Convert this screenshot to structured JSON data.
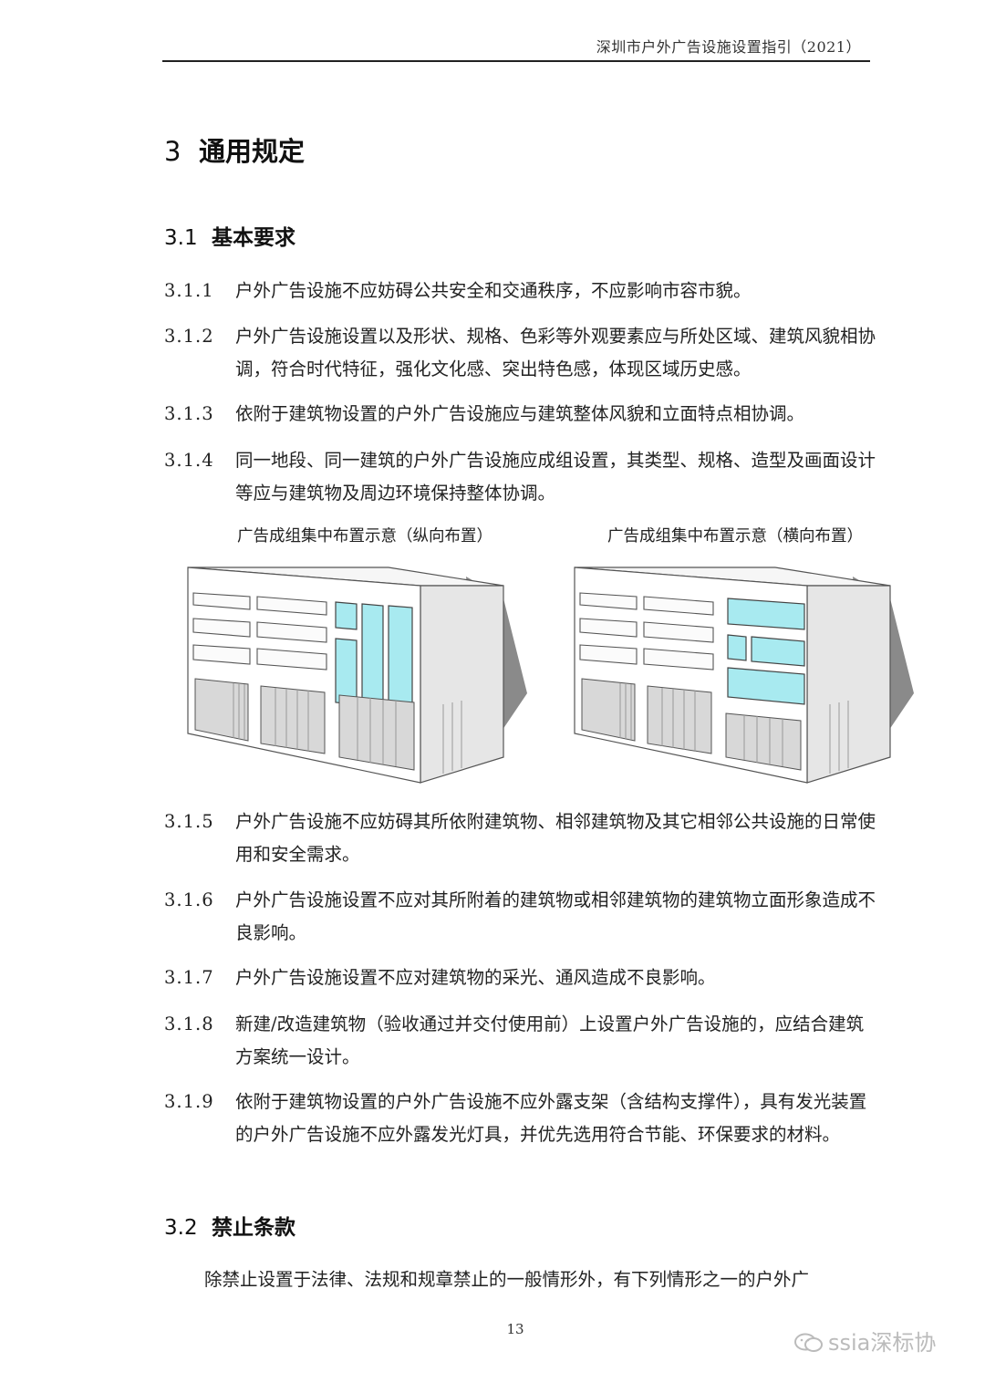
{
  "header": {
    "title": "深圳市户外广告设施设置指引（2021）"
  },
  "section": {
    "number": "3",
    "title": "通用规定"
  },
  "subsection_1": {
    "number": "3.1",
    "title": "基本要求"
  },
  "clauses_a": [
    {
      "num": "3.1.1",
      "text": "户外广告设施不应妨碍公共安全和交通秩序，不应影响市容市貌。"
    },
    {
      "num": "3.1.2",
      "text": "户外广告设施设置以及形状、规格、色彩等外观要素应与所处区域、建筑风貌相协调，符合时代特征，强化文化感、突出特色感，体现区域历史感。"
    },
    {
      "num": "3.1.3",
      "text": "依附于建筑物设置的户外广告设施应与建筑整体风貌和立面特点相协调。"
    },
    {
      "num": "3.1.4",
      "text": "同一地段、同一建筑的户外广告设施应成组设置，其类型、规格、造型及画面设计等应与建筑物及周边环境保持整体协调。"
    }
  ],
  "figures": {
    "left_caption": "广告成组集中布置示意（纵向布置）",
    "right_caption": "广告成组集中布置示意（横向布置）",
    "ad_color": "#a8eaf0",
    "building_color": "#ffffff",
    "shadow_color": "#8a8a8a"
  },
  "clauses_b": [
    {
      "num": "3.1.5",
      "text": "户外广告设施不应妨碍其所依附建筑物、相邻建筑物及其它相邻公共设施的日常使用和安全需求。"
    },
    {
      "num": "3.1.6",
      "text": "户外广告设施设置不应对其所附着的建筑物或相邻建筑物的建筑物立面形象造成不良影响。"
    },
    {
      "num": "3.1.7",
      "text": "户外广告设施设置不应对建筑物的采光、通风造成不良影响。"
    },
    {
      "num": "3.1.8",
      "text": "新建/改造建筑物（验收通过并交付使用前）上设置户外广告设施的，应结合建筑方案统一设计。"
    },
    {
      "num": "3.1.9",
      "text": "依附于建筑物设置的户外广告设施不应外露支架（含结构支撑件），具有发光装置的户外广告设施不应外露发光灯具，并优先选用符合节能、环保要求的材料。"
    }
  ],
  "subsection_2": {
    "number": "3.2",
    "title": "禁止条款"
  },
  "intro_paragraph": "除禁止设置于法律、法规和规章禁止的一般情形外，有下列情形之一的户外广",
  "page_number": "13",
  "watermark": "ssia深标协"
}
